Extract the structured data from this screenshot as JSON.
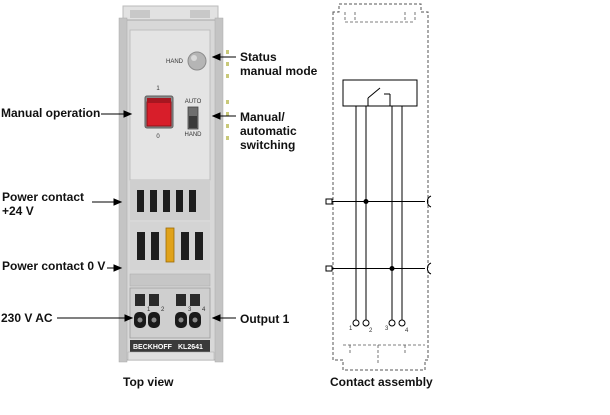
{
  "callouts": {
    "status_manual_mode": "Status\nmanual mode",
    "manual_operation": "Manual operation",
    "manual_automatic_switching": "Manual/\nautomatic\nswitching",
    "power_contact_24v": "Power contact\n+24 V",
    "power_contact_0v": "Power contact 0 V",
    "ac_230v": "230 V AC",
    "output_1": "Output 1"
  },
  "module": {
    "hand_led_label": "HAND",
    "switch_top_label": "1",
    "switch_bottom_label": "0",
    "auto_label": "AUTO",
    "hand_label": "HAND",
    "terminal_numbers": [
      "1",
      "2",
      "3",
      "4"
    ],
    "brand": "BECKHOFF",
    "model": "KL2641"
  },
  "schematic": {
    "terminal_numbers": [
      "1",
      "2",
      "3",
      "4"
    ]
  },
  "captions": {
    "top_view": "Top view",
    "contact_assembly": "Contact assembly"
  },
  "colors": {
    "switch_red": "#d81e2a",
    "housing_grey": "#d8d8d8",
    "slot_black": "#1e1e1e",
    "fuse_orange": "#e0a21a"
  }
}
